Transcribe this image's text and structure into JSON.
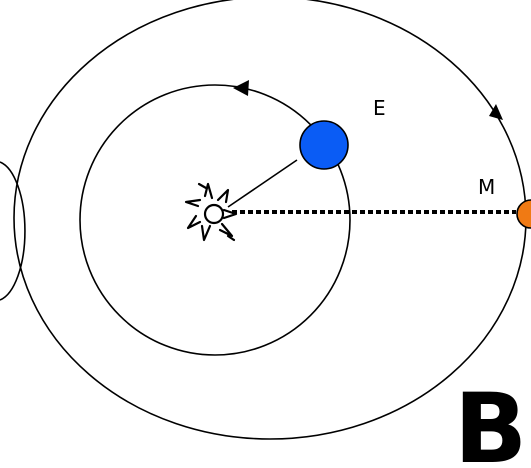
{
  "labels": {
    "earth": "E",
    "mars": "M",
    "panel": "B"
  },
  "colors": {
    "earth": "#0a5cf5",
    "mars": "#f07a14",
    "line": "#000000",
    "background": "#ffffff"
  },
  "icons": {
    "sun": "sun-icon"
  }
}
